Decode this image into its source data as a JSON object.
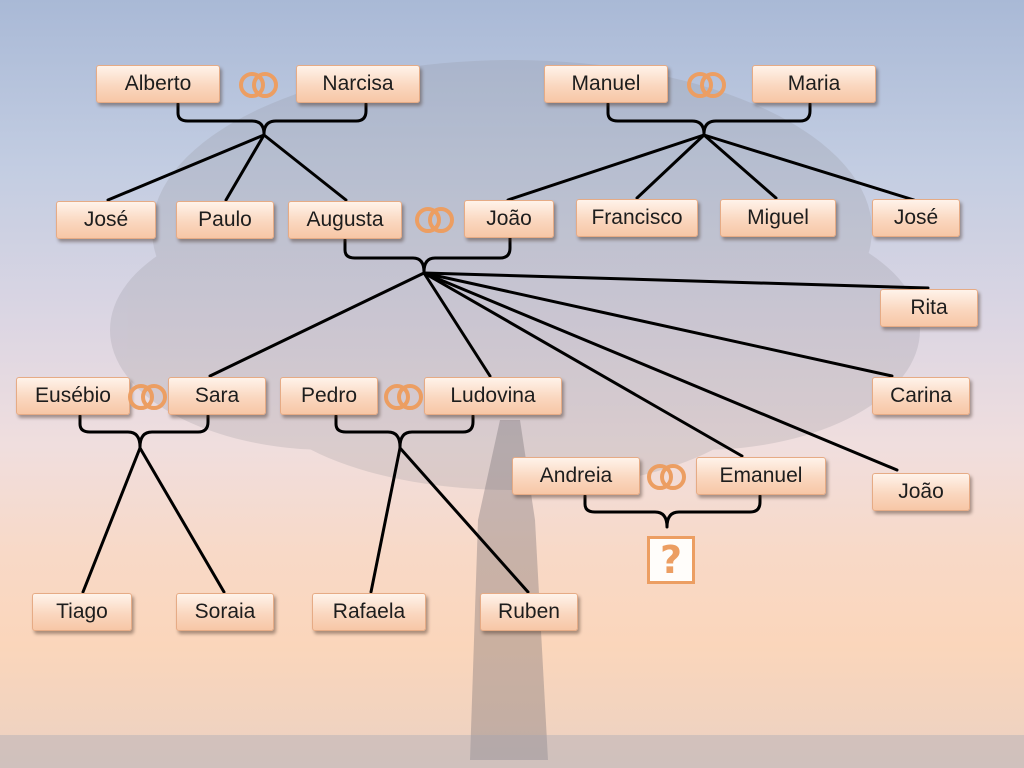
{
  "people": {
    "alberto": "Alberto",
    "narcisa": "Narcisa",
    "manuel": "Manuel",
    "maria": "Maria",
    "jose_1": "José",
    "paulo": "Paulo",
    "augusta": "Augusta",
    "joao_1": "João",
    "francisco": "Francisco",
    "miguel": "Miguel",
    "jose_2": "José",
    "rita": "Rita",
    "eusebio": "Eusébio",
    "sara": "Sara",
    "pedro": "Pedro",
    "ludovina": "Ludovina",
    "carina": "Carina",
    "andreia": "Andreia",
    "emanuel": "Emanuel",
    "joao_2": "João",
    "tiago": "Tiago",
    "soraia": "Soraia",
    "rafaela": "Rafaela",
    "ruben": "Ruben"
  },
  "unknown_child": "?",
  "colors": {
    "box_top": "#fff3ea",
    "box_bottom": "#f7c7a6",
    "box_border": "#e6ab85",
    "rings": "#ec9e62",
    "lines": "#000000"
  },
  "icons": {
    "marriage": "wedding-rings-icon",
    "unknown": "question-mark-icon"
  }
}
